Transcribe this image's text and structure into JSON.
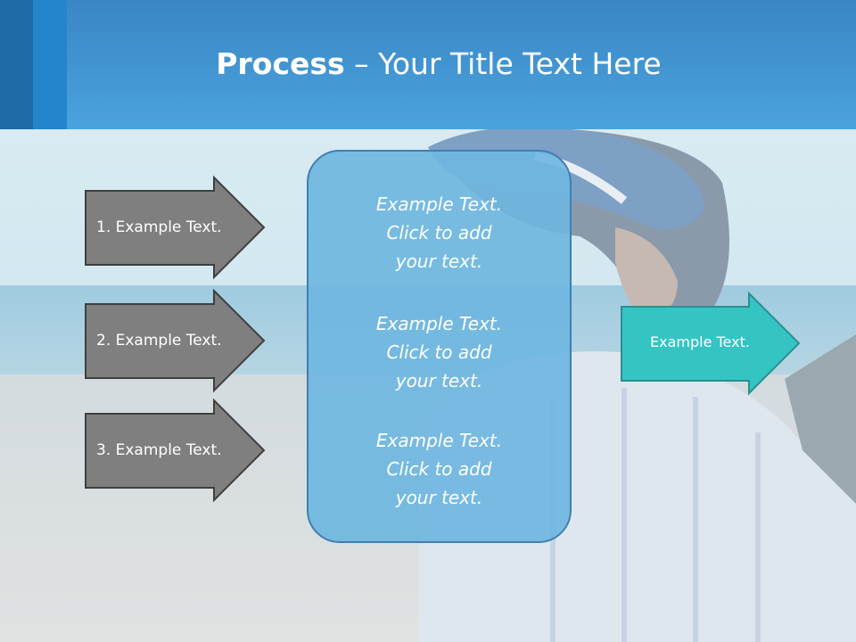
{
  "title": {
    "bold": "Process",
    "rest": " – Your Title Text Here"
  },
  "steps": [
    {
      "label": "1. Example Text."
    },
    {
      "label": "2. Example Text."
    },
    {
      "label": "3. Example Text."
    }
  ],
  "center": [
    {
      "line1": "Example Text.",
      "line2": "Click  to add",
      "line3": "your text."
    },
    {
      "line1": "Example Text.",
      "line2": "Click  to add",
      "line3": "your text."
    },
    {
      "line1": "Example Text.",
      "line2": "Click  to add",
      "line3": "your text."
    }
  ],
  "output": {
    "label": "Example Text."
  },
  "colors": {
    "header": "#4aa3dc",
    "step_arrow_fill": "#7f7f7f",
    "center_box_fill": "#6fb6e0",
    "output_arrow_fill": "#35c4c4"
  }
}
